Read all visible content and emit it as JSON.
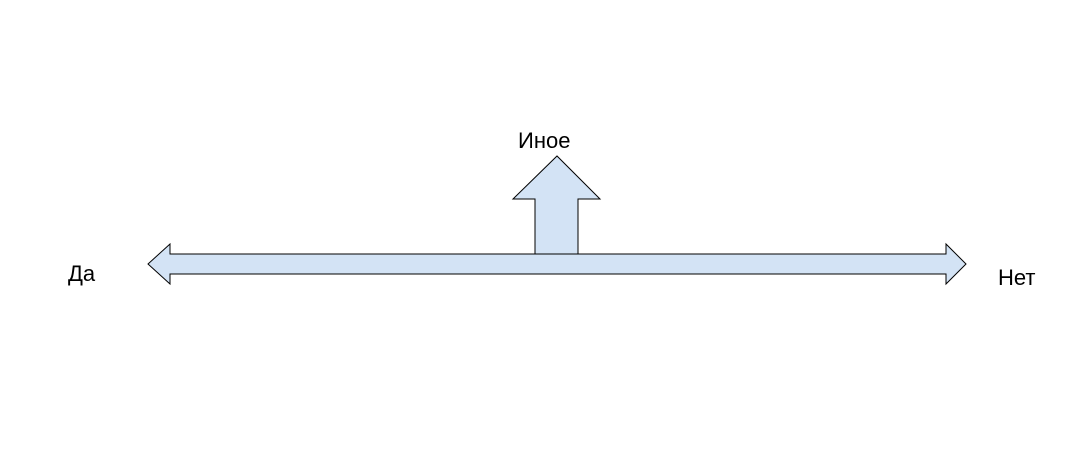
{
  "diagram": {
    "labels": {
      "left": "Да",
      "right": "Нет",
      "top": "Иное"
    },
    "colors": {
      "arrow_fill": "#d3e3f5",
      "arrow_stroke": "#000000",
      "background": "#ffffff"
    }
  }
}
